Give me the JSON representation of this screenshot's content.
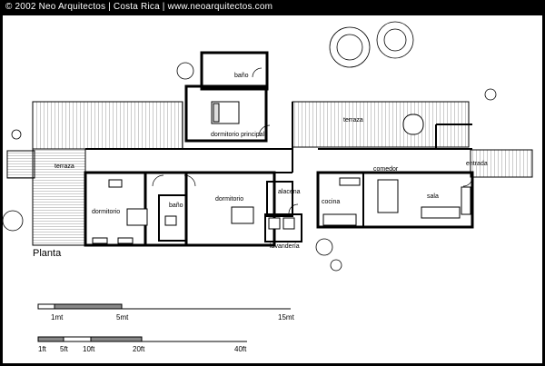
{
  "header": {
    "text": "© 2002 Neo Arquitectos  |  Costa Rica  |  www.neoarquitectos.com"
  },
  "plan": {
    "title": "Planta",
    "rooms": {
      "bano_top": "baño",
      "dormitorio_principal": "dormitorio principal",
      "terraza_right": "terraza",
      "terraza_left": "terraza",
      "dormitorio_left": "dormitorio",
      "bano_mid": "baño",
      "dormitorio_mid": "dormitorio",
      "alacena": "alacena",
      "lavanderia": "lavandería",
      "cocina": "cocina",
      "comedor": "comedor",
      "sala": "sala",
      "entrada": "entrada"
    }
  },
  "scale_metric": {
    "labels": [
      "1mt",
      "5mt",
      "15mt"
    ]
  },
  "scale_imperial": {
    "labels": [
      "1ft",
      "5ft",
      "10ft",
      "20ft",
      "40ft"
    ]
  }
}
